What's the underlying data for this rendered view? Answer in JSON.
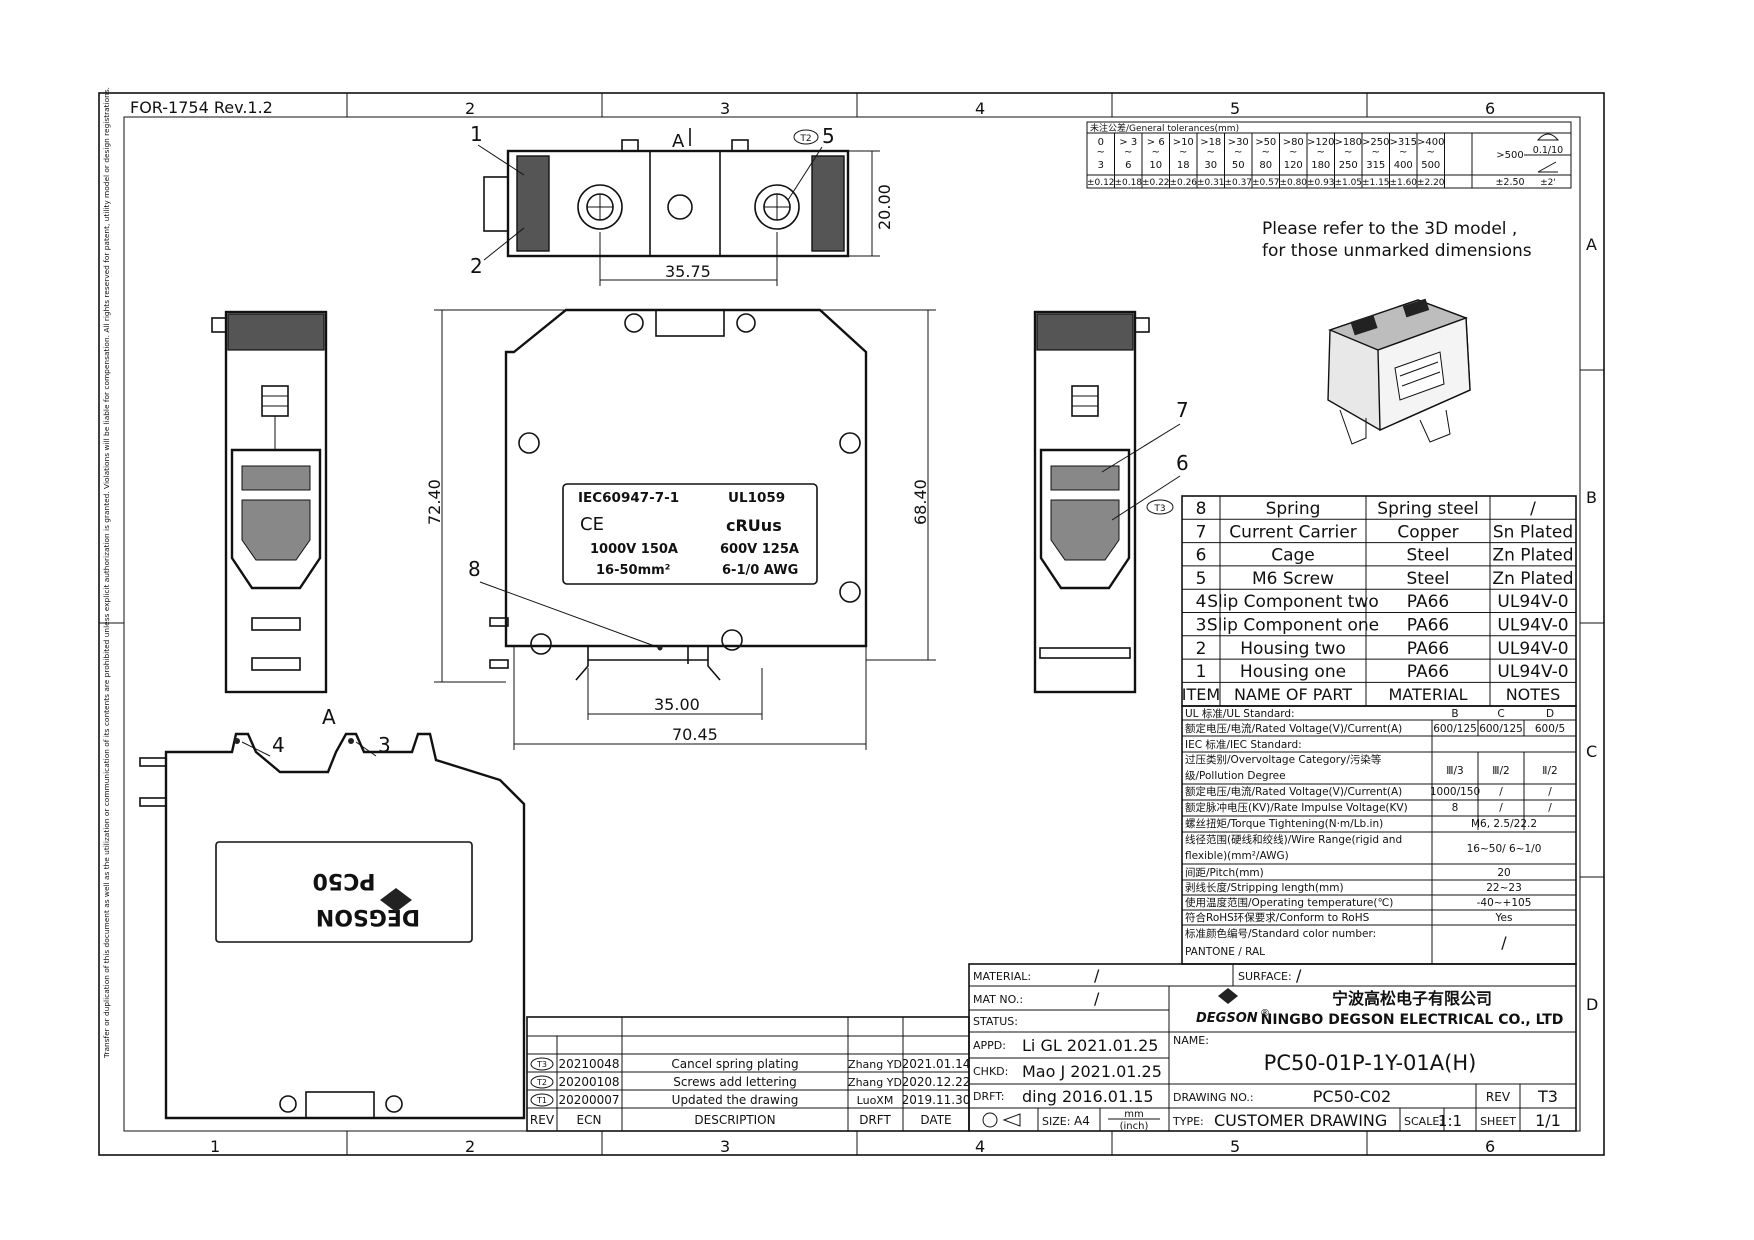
{
  "form_id": "FOR-1754  Rev.1.2",
  "zones_h": [
    "1",
    "2",
    "3",
    "4",
    "5",
    "6"
  ],
  "zones_v": [
    "A",
    "B",
    "C",
    "D"
  ],
  "side_notice": "Transfer or duplication of this document as well as the utilization or communication of its contents are prohibited unless explicit authorization is granted. Violations will be liable for compensation. All rights reserved for patent, utility model or design registrations.",
  "tolerance": {
    "title": "未注公差/General tolerances(mm)",
    "from": [
      "0",
      "> 3",
      "> 6",
      ">10",
      ">18",
      ">30",
      ">50",
      ">80",
      ">120",
      ">180",
      ">250",
      ">315",
      ">400"
    ],
    "to": [
      "3",
      "6",
      "10",
      "18",
      "30",
      "50",
      "80",
      "120",
      "180",
      "250",
      "315",
      "400",
      "500"
    ],
    "tol": [
      "±0.12",
      "±0.18",
      "±0.22",
      "±0.26",
      "±0.31",
      "±0.37",
      "±0.57",
      "±0.80",
      "±0.93",
      "±1.05",
      "±1.15",
      "±1.60",
      "±2.20"
    ],
    "over500": ">500",
    "over500_tol": "±2.50",
    "angle_tol": "0.1/10",
    "angle_tol2": "±2'"
  },
  "note": {
    "line1": "Please refer to  the 3D model ,",
    "line2": "for those unmarked dimensions"
  },
  "views": {
    "section_label": "A",
    "dim_top_width": "35.75",
    "dim_top_height": "20.00",
    "dim_front_height": "72.40",
    "dim_front_inner": "68.40",
    "dim_rail": "35.00",
    "dim_front_width": "70.45",
    "label": {
      "std1": "IEC60947-7-1",
      "std2": "UL1059",
      "ce": "CE",
      "ul": "cRUus",
      "rating1": "1000V 150A",
      "rating2": "600V 125A",
      "range1": "16-50mm²",
      "range2": "6-1/0 AWG"
    },
    "bottom_brand": "DEGSON",
    "bottom_model": "PC50",
    "balloons": [
      "1",
      "2",
      "3",
      "4",
      "5",
      "6",
      "7",
      "8"
    ],
    "rev_tag": "T2",
    "rev_tag_bom": "T3"
  },
  "bom": {
    "headers": [
      "ITEM",
      "NAME  OF  PART",
      "MATERIAL",
      "NOTES"
    ],
    "rows": [
      [
        "8",
        "Spring",
        "Spring steel",
        "/"
      ],
      [
        "7",
        "Current Carrier",
        "Copper",
        "Sn  Plated"
      ],
      [
        "6",
        "Cage",
        "Steel",
        "Zn  Plated"
      ],
      [
        "5",
        "M6 Screw",
        "Steel",
        "Zn  Plated"
      ],
      [
        "4",
        "Slip Component two",
        "PA66",
        "UL94V-0"
      ],
      [
        "3",
        "Slip Component one",
        "PA66",
        "UL94V-0"
      ],
      [
        "2",
        "Housing  two",
        "PA66",
        "UL94V-0"
      ],
      [
        "1",
        "Housing  one",
        "PA66",
        "UL94V-0"
      ]
    ]
  },
  "specs": {
    "ul_title": "UL 标准/UL Standard:",
    "ul_cols": [
      "B",
      "C",
      "D"
    ],
    "ul_rated": "额定电压/电流/Rated Voltage(V)/Current(A)",
    "ul_vals": [
      "600/125",
      "600/125",
      "600/5"
    ],
    "iec_title": "IEC 标准/IEC Standard:",
    "overvoltage": "过压类别/Overvoltage Category/污染等",
    "pollution": "级/Pollution Degree",
    "ov_vals": [
      "Ⅲ/3",
      "Ⅲ/2",
      "Ⅱ/2"
    ],
    "iec_rated": "额定电压/电流/Rated Voltage(V)/Current(A)",
    "iec_rated_vals": [
      "1000/150",
      "/",
      "/"
    ],
    "impulse": "额定脉冲电压(KV)/Rate Impulse Voltage(KV)",
    "impulse_vals": [
      "8",
      "/",
      "/"
    ],
    "torque": "螺丝扭矩/Torque Tightening(N·m/Lb.in)",
    "torque_val": "M6, 2.5/22.2",
    "wire1": "线径范围(硬线和绞线)/Wire Range(rigid and",
    "wire2": "flexible)(mm²/AWG)",
    "wire_val": "16~50/ 6~1/0",
    "pitch": "间距/Pitch(mm)",
    "pitch_val": "20",
    "strip": "剥线长度/Stripping length(mm)",
    "strip_val": "22~23",
    "temp": "使用温度范围/Operating temperature(℃)",
    "temp_val": "-40~+105",
    "rohs": "符合RoHS环保要求/Conform to RoHS",
    "rohs_val": "Yes",
    "color1": "标准颜色编号/Standard color number:",
    "color2": "PANTONE / RAL",
    "color_val": "/"
  },
  "title_block": {
    "material_label": "MATERIAL:",
    "material_val": "/",
    "surface_label": "SURFACE:",
    "surface_val": "/",
    "matno_label": "MAT NO.:",
    "matno_val": "/",
    "status_label": "STATUS:",
    "appd_label": "APPD:",
    "appd_val": "Li GL  2021.01.25",
    "chkd_label": "CHKD:",
    "chkd_val": "Mao J  2021.01.25",
    "drft_label": "DRFT:",
    "drft_val": "ding  2016.01.15",
    "size_label": "SIZE:",
    "size_val": "A4",
    "unit_val": "mm",
    "unit_val2": "(inch)",
    "company_cn": "宁波高松电子有限公司",
    "company_en": "NINGBO DEGSON ELECTRICAL CO., LTD",
    "brand": "DEGSON",
    "brand_mark": "®",
    "name_label": "NAME:",
    "name_val": "PC50-01P-1Y-01A(H)",
    "drawing_label": "DRAWING NO.:",
    "drawing_val": "PC50-C02",
    "rev_label": "REV",
    "rev_val": "T3",
    "type_label": "TYPE:",
    "type_val": "CUSTOMER  DRAWING",
    "scale_label": "SCALE:",
    "scale_val": "1:1",
    "sheet_label": "SHEET",
    "sheet_val": "1/1"
  },
  "revisions": {
    "headers": [
      "REV",
      "ECN",
      "DESCRIPTION",
      "DRFT",
      "DATE"
    ],
    "rows": [
      [
        "T3",
        "20210048",
        "Cancel spring plating",
        "Zhang YD",
        "2021.01.14"
      ],
      [
        "T2",
        "20200108",
        "Screws add lettering",
        "Zhang YD",
        "2020.12.22"
      ],
      [
        "T1",
        "20200007",
        "Updated the drawing",
        "LuoXM",
        "2019.11.30"
      ]
    ]
  }
}
